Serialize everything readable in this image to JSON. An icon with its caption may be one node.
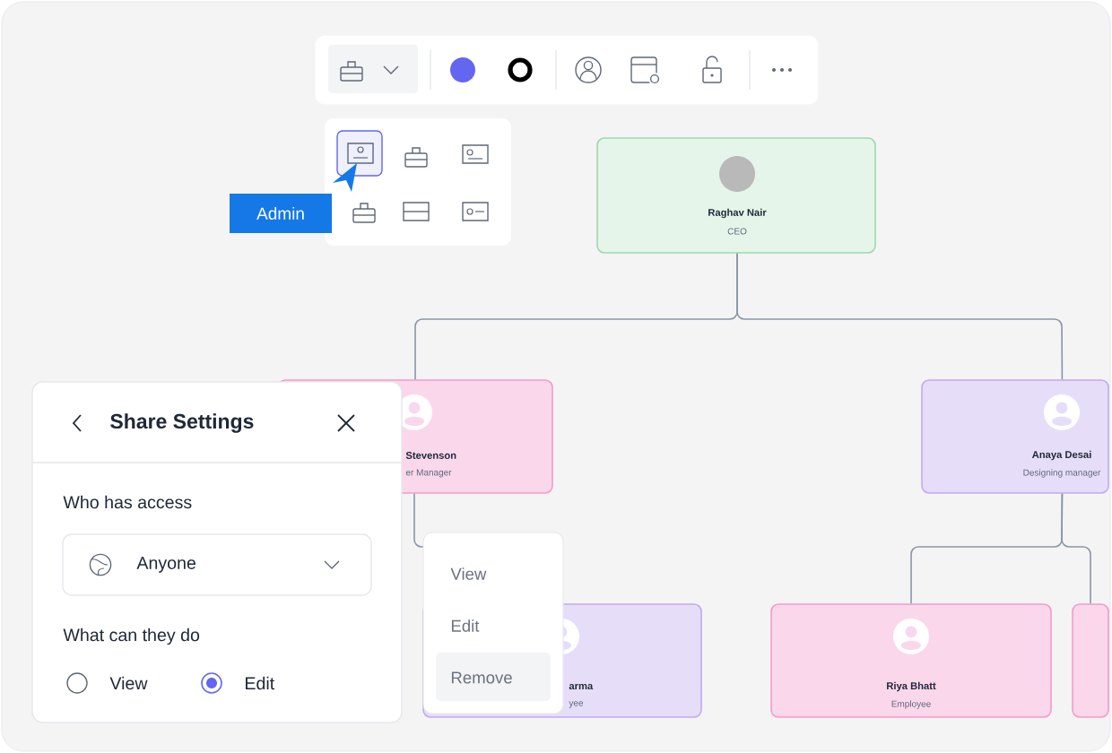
{
  "diagram": {
    "nodes": [
      {
        "text": [
          "Raghav Nair",
          "CEO"
        ]
      },
      {
        "text": [
          "Stevenson",
          "er Manager"
        ]
      },
      {
        "text": [
          "Anaya Desai",
          "Designing manager"
        ]
      },
      {
        "text": [
          "arma",
          "yee"
        ]
      },
      {
        "text": [
          "Riya Bhatt",
          "Employee"
        ]
      },
      {
        "text": [],
        "shape": "box"
      }
    ],
    "edges": [
      {
        "from": 0,
        "to": 1,
        "arrow": "none"
      },
      {
        "from": 0,
        "to": 2,
        "arrow": "none"
      },
      {
        "from": 1,
        "to": 3,
        "arrow": "none"
      },
      {
        "from": 2,
        "to": 4,
        "arrow": "none"
      },
      {
        "from": 2,
        "to": 5,
        "arrow": "none"
      }
    ],
    "labels": [
      "Admin",
      "Share Settings",
      "Who has access",
      "Anyone",
      "What can they do",
      "View",
      "Edit",
      "View",
      "Edit",
      "Remove"
    ]
  }
}
